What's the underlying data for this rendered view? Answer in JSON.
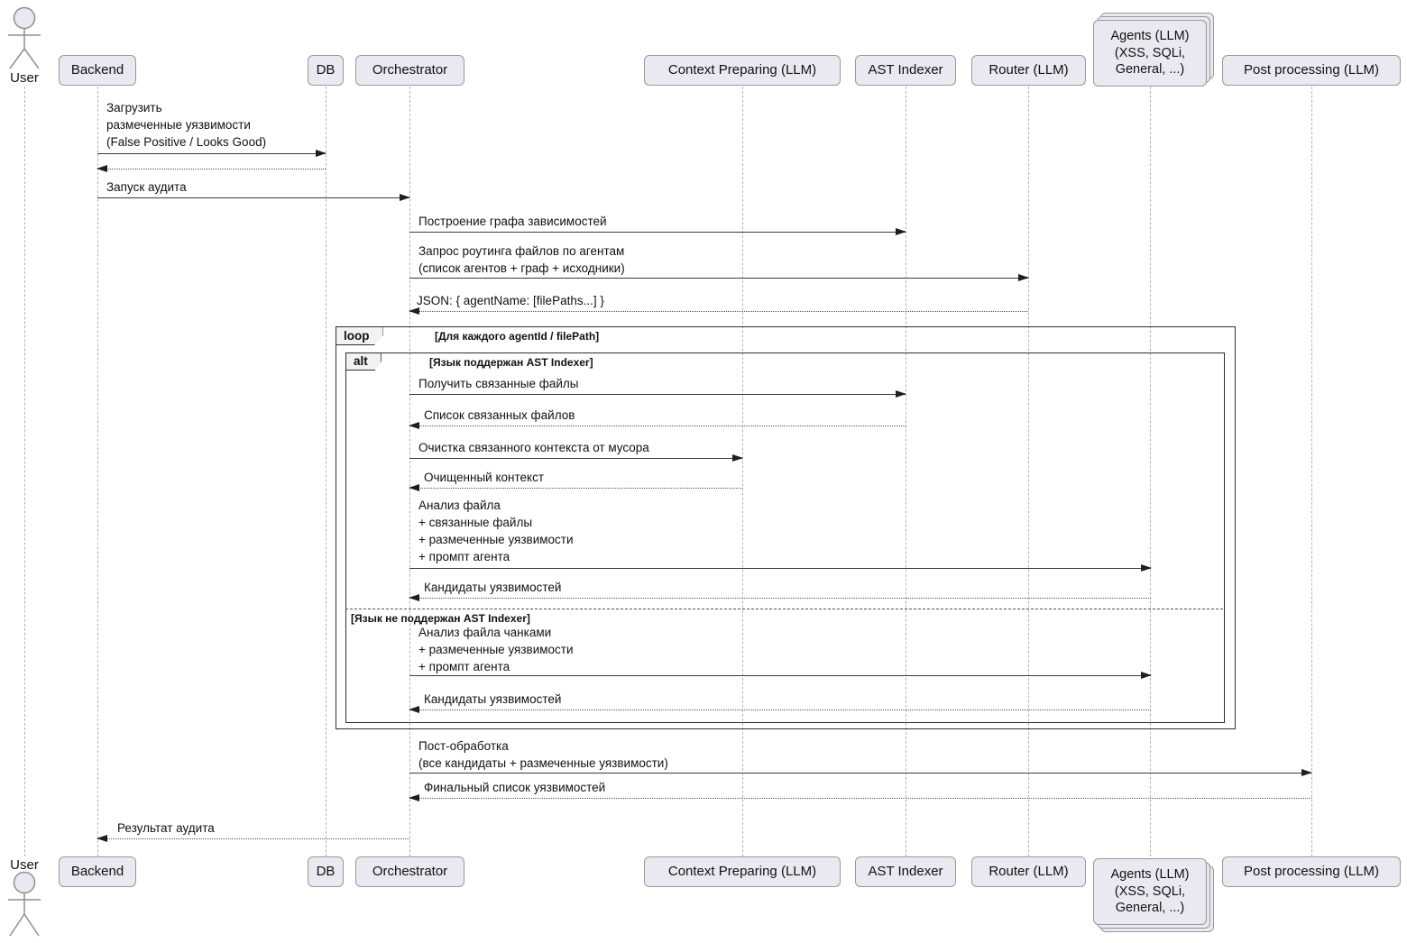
{
  "diagram": {
    "type": "uml-sequence",
    "actor": {
      "label": "User"
    },
    "participants": [
      {
        "id": "backend",
        "label": "Backend"
      },
      {
        "id": "db",
        "label": "DB"
      },
      {
        "id": "orchestrator",
        "label": "Orchestrator"
      },
      {
        "id": "context-preparing",
        "label": "Context Preparing (LLM)"
      },
      {
        "id": "ast-indexer",
        "label": "AST Indexer"
      },
      {
        "id": "router",
        "label": "Router (LLM)"
      },
      {
        "id": "agents",
        "label": "Agents (LLM)\n(XSS, SQLi,\nGeneral, ...)",
        "multi_instance": true
      },
      {
        "id": "post-processing",
        "label": "Post processing (LLM)"
      }
    ],
    "messages": [
      {
        "from": "Backend",
        "to": "DB",
        "type": "sync",
        "label": "Загрузить\nразмеченные уязвимости\n(False Positive / Looks Good)"
      },
      {
        "from": "DB",
        "to": "Backend",
        "type": "return",
        "label": ""
      },
      {
        "from": "Backend",
        "to": "Orchestrator",
        "type": "sync",
        "label": "Запуск аудита"
      },
      {
        "from": "Orchestrator",
        "to": "AST Indexer",
        "type": "sync",
        "label": "Построение графа зависимостей"
      },
      {
        "from": "Orchestrator",
        "to": "Router (LLM)",
        "type": "sync",
        "label": "Запрос роутинга файлов по агентам\n(список агентов + граф + исходники)"
      },
      {
        "from": "Router (LLM)",
        "to": "Orchestrator",
        "type": "return",
        "label": "JSON: { agentName: [filePaths...] }"
      },
      {
        "from": "Orchestrator",
        "to": "AST Indexer",
        "type": "sync",
        "label": "Получить связанные файлы"
      },
      {
        "from": "AST Indexer",
        "to": "Orchestrator",
        "type": "return",
        "label": "Список связанных файлов"
      },
      {
        "from": "Orchestrator",
        "to": "Context Preparing (LLM)",
        "type": "sync",
        "label": "Очистка связанного контекста от мусора"
      },
      {
        "from": "Context Preparing (LLM)",
        "to": "Orchestrator",
        "type": "return",
        "label": "Очищенный контекст"
      },
      {
        "from": "Orchestrator",
        "to": "Agents (LLM)",
        "type": "sync",
        "label": "Анализ файла\n+ связанные файлы\n+ размеченные уязвимости\n+ промпт агента"
      },
      {
        "from": "Agents (LLM)",
        "to": "Orchestrator",
        "type": "return",
        "label": "Кандидаты уязвимостей"
      },
      {
        "from": "Orchestrator",
        "to": "Agents (LLM)",
        "type": "sync",
        "label": "Анализ файла чанками\n+ размеченные уязвимости\n+ промпт агента"
      },
      {
        "from": "Agents (LLM)",
        "to": "Orchestrator",
        "type": "return",
        "label": "Кандидаты уязвимостей"
      },
      {
        "from": "Orchestrator",
        "to": "Post processing (LLM)",
        "type": "sync",
        "label": "Пост-обработка\n(все кандидаты + размеченные уязвимости)"
      },
      {
        "from": "Post processing (LLM)",
        "to": "Orchestrator",
        "type": "return",
        "label": "Финальный список уязвимостей"
      },
      {
        "from": "Orchestrator",
        "to": "Backend",
        "type": "return",
        "label": "Результат аудита"
      }
    ],
    "fragments": {
      "loop": {
        "operator": "loop",
        "guard": "[Для каждого agentId / filePath]"
      },
      "alt": {
        "operator": "alt",
        "guard": "[Язык поддержан AST Indexer]",
        "else_guard": "[Язык не поддержан AST Indexer]"
      }
    }
  }
}
